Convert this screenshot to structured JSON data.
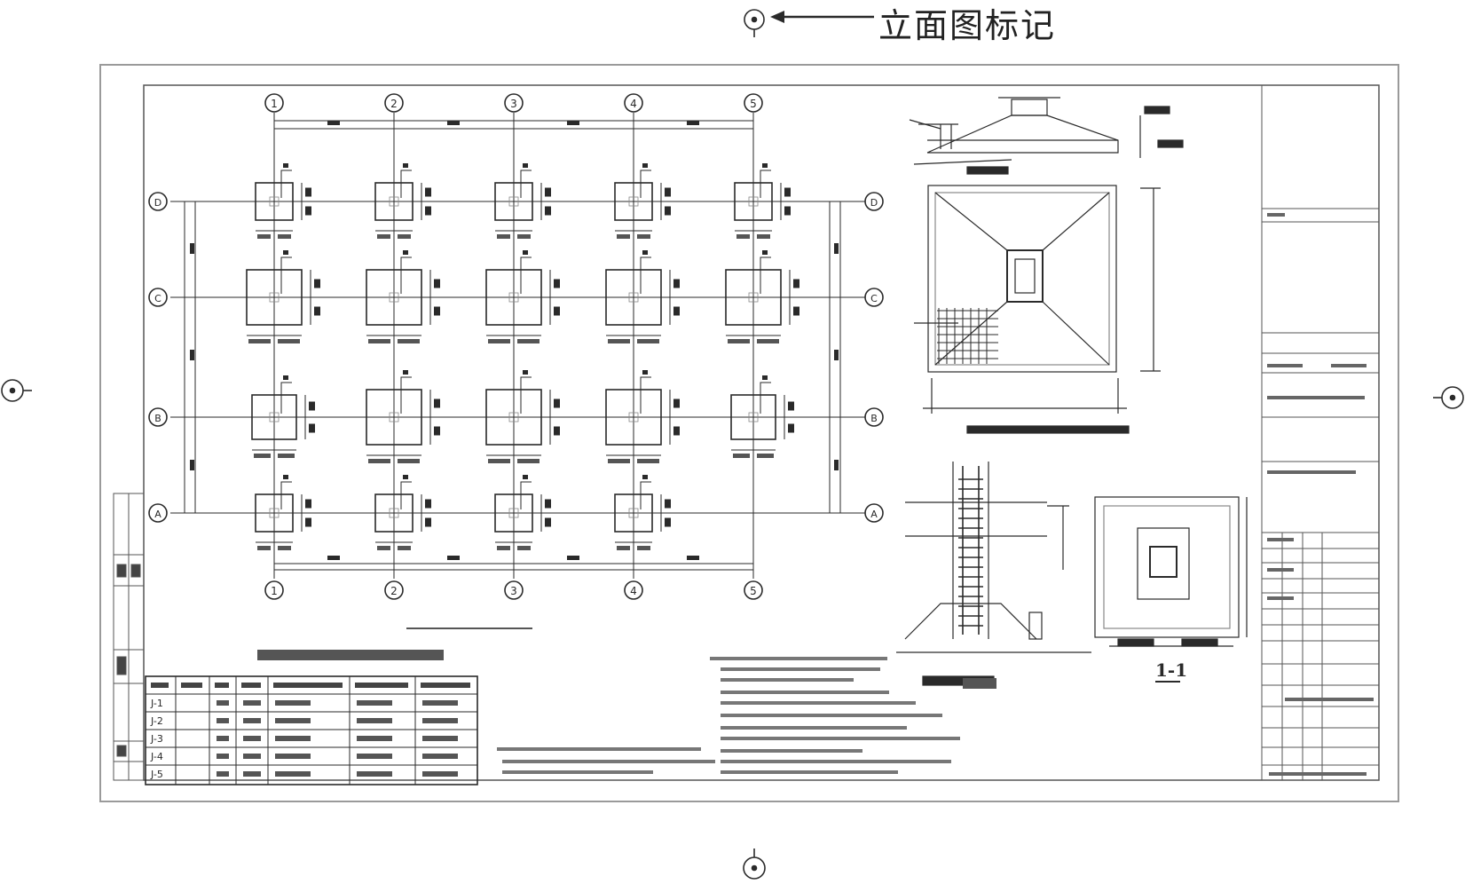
{
  "annotation": {
    "label": "立面图标记"
  },
  "colors": {
    "ink": "#2a2a2a",
    "frame": "#9a9a9a",
    "background": "#ffffff"
  },
  "plan": {
    "column_axes": [
      "1",
      "2",
      "3",
      "4",
      "5"
    ],
    "row_axes": [
      "D",
      "C",
      "B",
      "A"
    ],
    "footing_rows": [
      [
        "small",
        "small",
        "small",
        "small",
        "small"
      ],
      [
        "large",
        "large",
        "large",
        "large",
        "large"
      ],
      [
        "medium",
        "large",
        "large",
        "large",
        "medium"
      ],
      [
        "small",
        "small",
        "small",
        "small",
        null
      ]
    ]
  },
  "table": {
    "rows": [
      "J-1",
      "J-2",
      "J-3",
      "J-4",
      "J-5"
    ],
    "column_count": 7
  },
  "section_label": "1-1",
  "icons": [
    "elevation-marker-icon",
    "arrow-left-icon"
  ]
}
